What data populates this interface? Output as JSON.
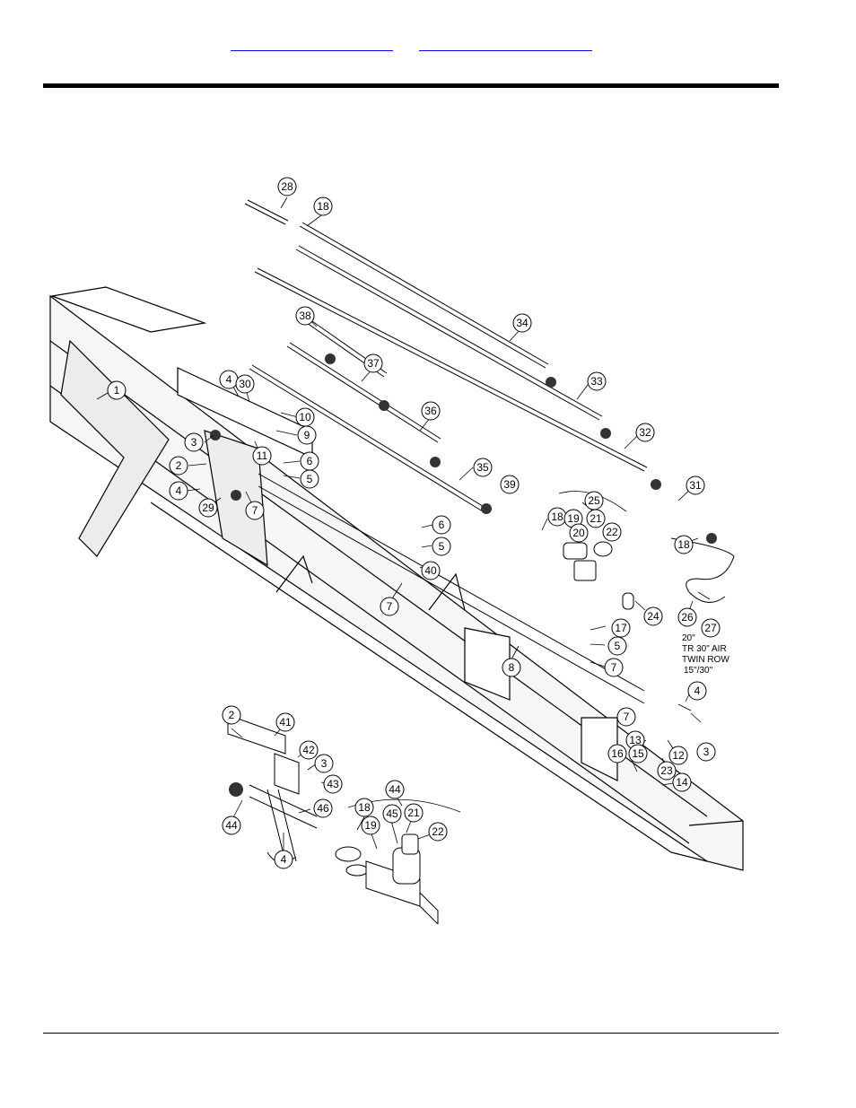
{
  "header": {
    "links": [
      {
        "label": ""
      },
      {
        "label": ""
      }
    ]
  },
  "drawing": {
    "callouts": [
      {
        "n": "28"
      },
      {
        "n": "18"
      },
      {
        "n": "34"
      },
      {
        "n": "38"
      },
      {
        "n": "37"
      },
      {
        "n": "33"
      },
      {
        "n": "1"
      },
      {
        "n": "4"
      },
      {
        "n": "30"
      },
      {
        "n": "10"
      },
      {
        "n": "36"
      },
      {
        "n": "3"
      },
      {
        "n": "9"
      },
      {
        "n": "32"
      },
      {
        "n": "11"
      },
      {
        "n": "6"
      },
      {
        "n": "2"
      },
      {
        "n": "5"
      },
      {
        "n": "35"
      },
      {
        "n": "39"
      },
      {
        "n": "31"
      },
      {
        "n": "4"
      },
      {
        "n": "29"
      },
      {
        "n": "7"
      },
      {
        "n": "25"
      },
      {
        "n": "18"
      },
      {
        "n": "19"
      },
      {
        "n": "21"
      },
      {
        "n": "20"
      },
      {
        "n": "22"
      },
      {
        "n": "6"
      },
      {
        "n": "5"
      },
      {
        "n": "40"
      },
      {
        "n": "18"
      },
      {
        "n": "7"
      },
      {
        "n": "24"
      },
      {
        "n": "26"
      },
      {
        "n": "27"
      },
      {
        "n": "17"
      },
      {
        "n": "5"
      },
      {
        "n": "8"
      },
      {
        "n": "7"
      },
      {
        "n": "4"
      },
      {
        "n": "7"
      },
      {
        "n": "13"
      },
      {
        "n": "12"
      },
      {
        "n": "3"
      },
      {
        "n": "16"
      },
      {
        "n": "15"
      },
      {
        "n": "23"
      },
      {
        "n": "14"
      },
      {
        "n": "2"
      },
      {
        "n": "41"
      },
      {
        "n": "42"
      },
      {
        "n": "3"
      },
      {
        "n": "43"
      },
      {
        "n": "44"
      },
      {
        "n": "46"
      },
      {
        "n": "4"
      },
      {
        "n": "44"
      },
      {
        "n": "18"
      },
      {
        "n": "45"
      },
      {
        "n": "21"
      },
      {
        "n": "19"
      },
      {
        "n": "22"
      }
    ],
    "notes": [
      "20\"",
      "TR 30\" AIR",
      "TWIN ROW",
      "15\"/30\""
    ]
  }
}
